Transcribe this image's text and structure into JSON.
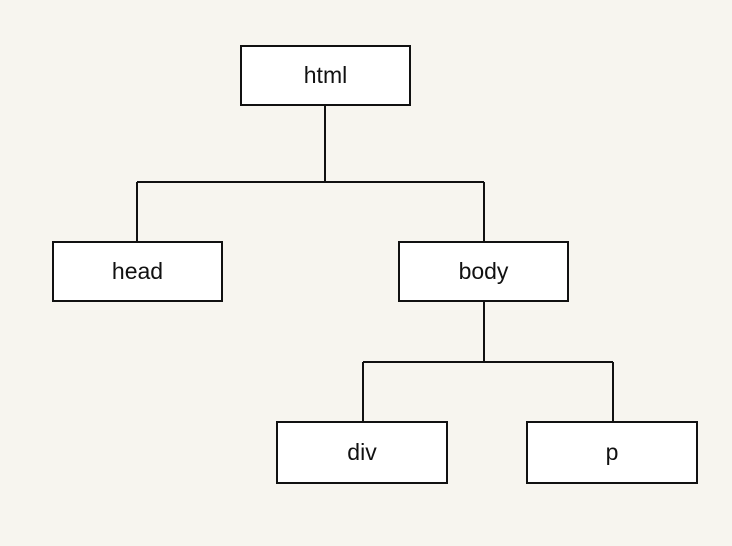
{
  "tree": {
    "html": "html",
    "head": "head",
    "body": "body",
    "div": "div",
    "p": "p"
  },
  "colors": {
    "background": "#f7f5ef",
    "node_fill": "#ffffff",
    "stroke": "#111111"
  }
}
